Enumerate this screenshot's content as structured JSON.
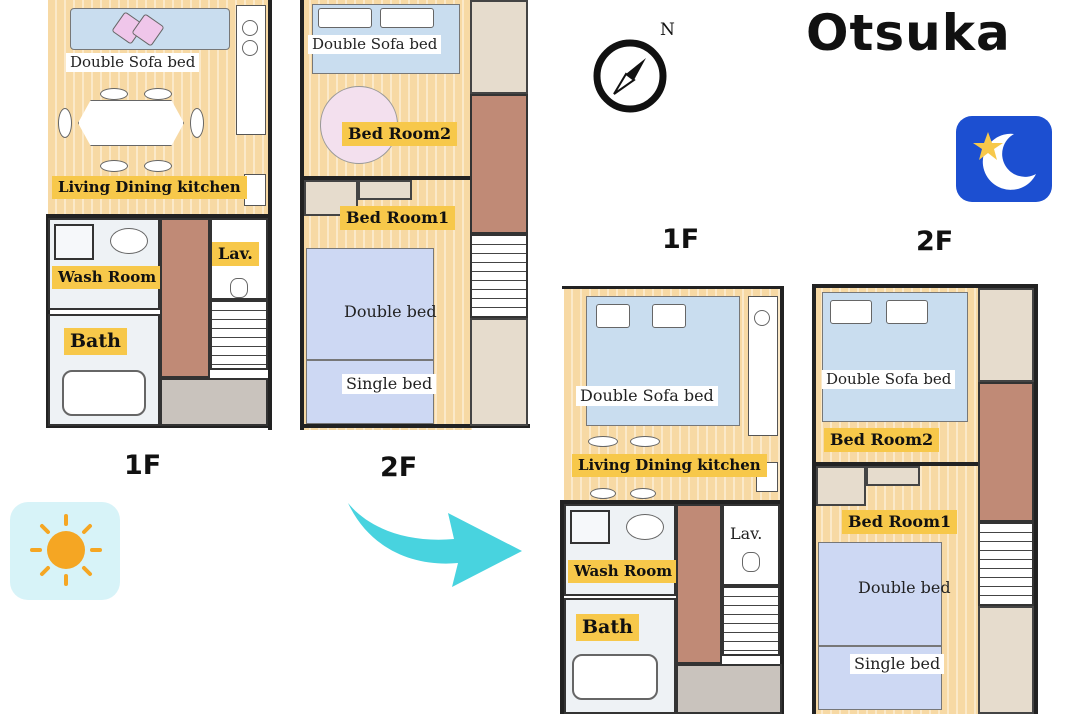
{
  "title": "Otsuka",
  "compass_label": "N",
  "colors": {
    "label_bg": "#f7c84a",
    "arrow": "#48d3df",
    "night_bg": "#1c4fd1",
    "day_bg": "#d7f3f8",
    "sun": "#f5a623"
  },
  "icons": {
    "compass": "compass-icon",
    "moon": "moon-star-icon",
    "sun": "sun-icon",
    "arrow": "curved-arrow-icon"
  },
  "day_plan": {
    "floor1_label": "1F",
    "floor2_label": "2F",
    "rooms": {
      "double_sofa_bed": "Double Sofa bed",
      "living_dining_kitchen": "Living Dining kitchen",
      "wash_room": "Wash Room",
      "lav": "Lav.",
      "bath": "Bath",
      "f2_double_sofa_bed": "Double Sofa bed",
      "bed_room2": "Bed Room2",
      "bed_room1": "Bed Room1",
      "double_bed": "Double bed",
      "single_bed": "Single bed"
    }
  },
  "night_plan": {
    "floor1_label": "1F",
    "floor2_label": "2F",
    "rooms": {
      "double_sofa_bed": "Double Sofa bed",
      "living_dining_kitchen": "Living Dining kitchen",
      "wash_room": "Wash Room",
      "lav": "Lav.",
      "bath": "Bath",
      "f2_double_sofa_bed": "Double Sofa bed",
      "bed_room2": "Bed Room2",
      "bed_room1": "Bed Room1",
      "double_bed": "Double bed",
      "single_bed": "Single bed"
    }
  }
}
